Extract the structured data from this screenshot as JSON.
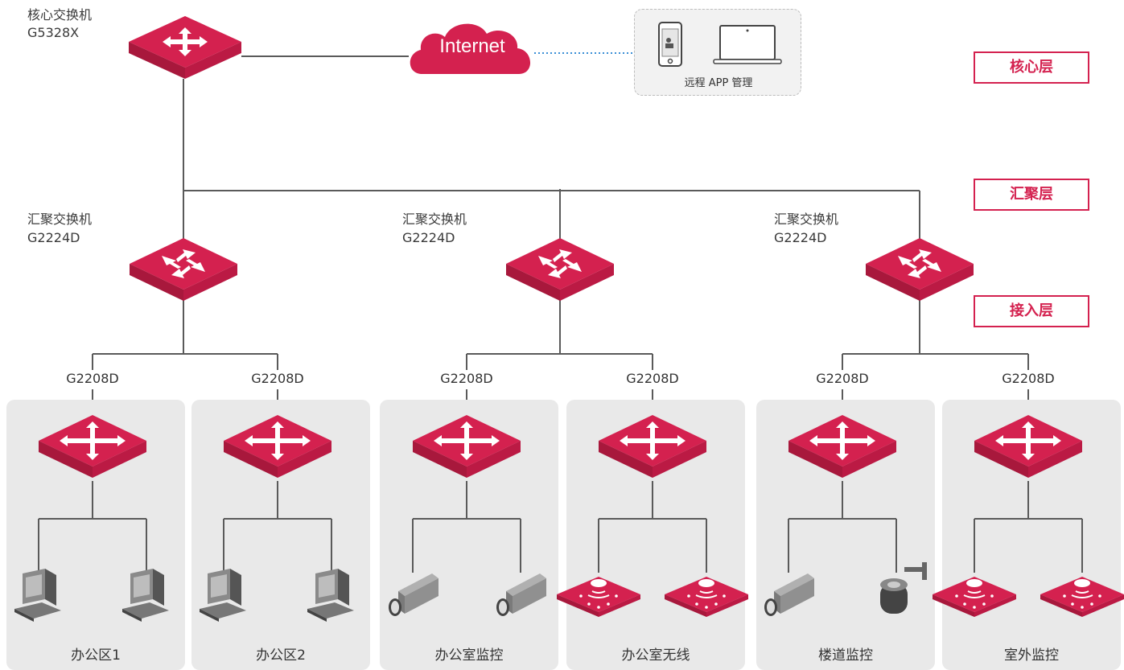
{
  "core": {
    "title": "核心交换机",
    "model": "G5328X"
  },
  "internet": {
    "label": "Internet"
  },
  "remote": {
    "label": "远程 APP 管理"
  },
  "layers": {
    "core": "核心层",
    "aggregation": "汇聚层",
    "access": "接入层"
  },
  "aggregation": [
    {
      "title": "汇聚交换机",
      "model": "G2224D"
    },
    {
      "title": "汇聚交换机",
      "model": "G2224D"
    },
    {
      "title": "汇聚交换机",
      "model": "G2224D"
    }
  ],
  "access": [
    {
      "model": "G2208D",
      "zone": "办公区1",
      "device": "pc"
    },
    {
      "model": "G2208D",
      "zone": "办公区2",
      "device": "pc"
    },
    {
      "model": "G2208D",
      "zone": "办公室监控",
      "device": "camera"
    },
    {
      "model": "G2208D",
      "zone": "办公室无线",
      "device": "ap"
    },
    {
      "model": "G2208D",
      "zone": "楼道监控",
      "device": "camera-dome"
    },
    {
      "model": "G2208D",
      "zone": "室外监控",
      "device": "ap"
    }
  ],
  "colors": {
    "accent": "#d4214f",
    "line": "#555555",
    "zone": "#e9e9e9"
  }
}
